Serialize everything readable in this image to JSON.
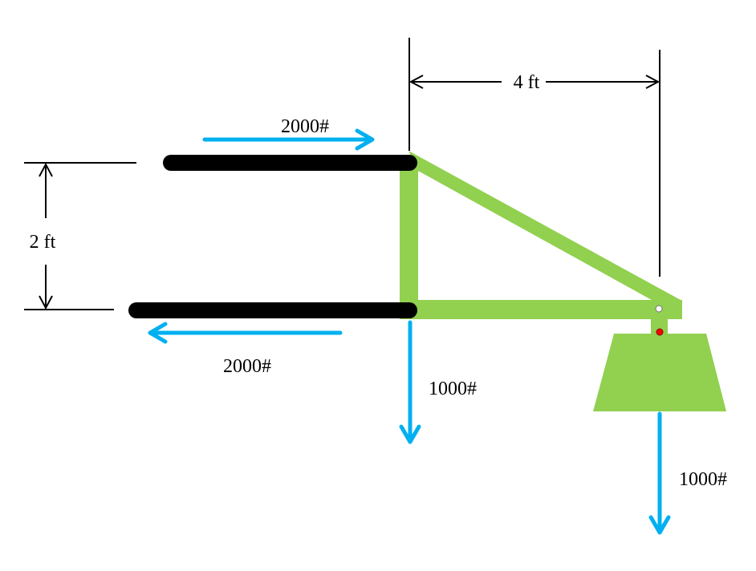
{
  "dimensions": {
    "width_label": "4 ft",
    "height_label": "2 ft"
  },
  "forces": {
    "top_cable": "2000#",
    "bottom_cable": "2000#",
    "vertical_at_joint": "1000#",
    "vertical_at_weight": "1000#"
  },
  "colors": {
    "frame": "#92d050",
    "force_arrow": "#00b0f0",
    "cable": "#000000",
    "dimension_line": "#000000",
    "top_pin": "#ffffff",
    "bottom_pin": "#ff0000"
  }
}
